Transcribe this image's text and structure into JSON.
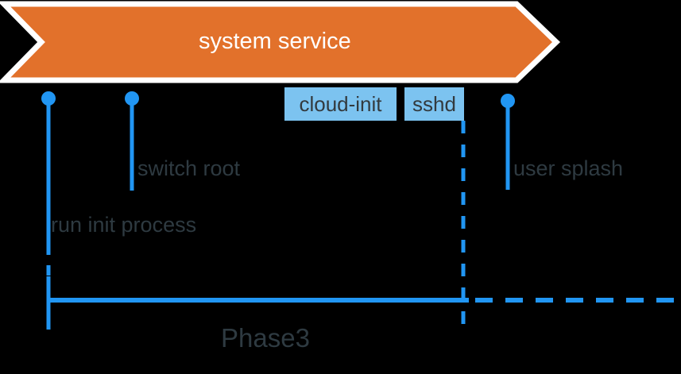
{
  "diagram": {
    "title": "system service",
    "phase_label": "Phase3",
    "colors": {
      "background": "#000000",
      "banner_fill": "#E2712B",
      "banner_stroke": "#FFFFFF",
      "service_box_fill": "#7CC3F0",
      "timeline_blue": "#2196F3",
      "label_text": "#2E3A41",
      "box_text": "#333A3E",
      "banner_text": "#FFFFFF"
    },
    "banner": {
      "label": "system service",
      "shape": "chevron-arrow-right"
    },
    "service_boxes": [
      {
        "name": "cloud-init",
        "label": "cloud-init"
      },
      {
        "name": "sshd",
        "label": "sshd"
      }
    ],
    "milestones": [
      {
        "name": "run-init-process",
        "label": "run init process"
      },
      {
        "name": "switch-root",
        "label": "switch root"
      },
      {
        "name": "user-splash",
        "label": "user splash"
      }
    ],
    "timeline": {
      "phase_name": "Phase3",
      "solid_segment": "start-to-sshd-end",
      "dashed_segment": "sshd-end-to-right-edge"
    }
  }
}
